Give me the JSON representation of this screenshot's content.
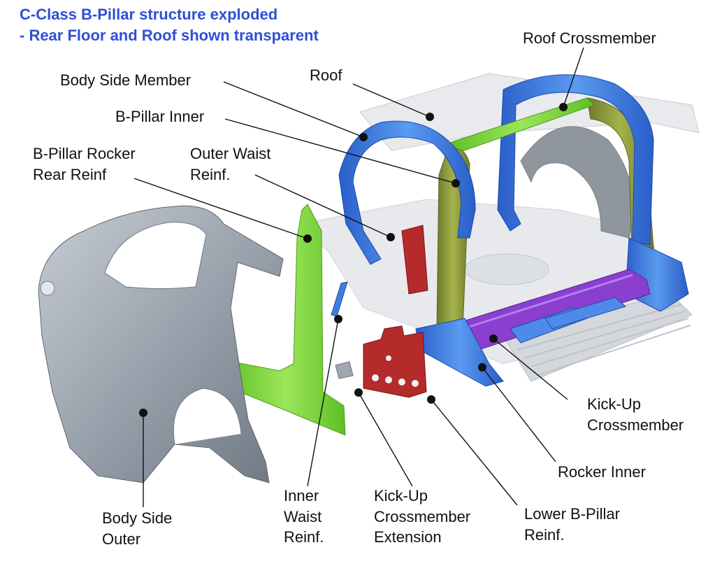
{
  "title": {
    "line1": "C-Class B-Pillar structure exploded",
    "line2": "- Rear Floor and Roof shown transparent"
  },
  "labels": {
    "roof_crossmember": "Roof Crossmember",
    "roof": "Roof",
    "body_side_member": "Body Side Member",
    "b_pillar_inner": "B-Pillar Inner",
    "b_pillar_rocker_rear_reinf_1": "B-Pillar Rocker",
    "b_pillar_rocker_rear_reinf_2": "Rear Reinf",
    "outer_waist_reinf_1": "Outer Waist",
    "outer_waist_reinf_2": "Reinf.",
    "kick_up_crossmember_1": "Kick-Up",
    "kick_up_crossmember_2": "Crossmember",
    "rocker_inner": "Rocker Inner",
    "body_side_outer_1": "Body Side",
    "body_side_outer_2": "Outer",
    "inner_waist_reinf_1": "Inner",
    "inner_waist_reinf_2": "Waist",
    "inner_waist_reinf_3": "Reinf.",
    "kick_up_crossmember_extension_1": "Kick-Up",
    "kick_up_crossmember_extension_2": "Crossmember",
    "kick_up_crossmember_extension_3": "Extension",
    "lower_b_pillar_reinf_1": "Lower B-Pillar",
    "lower_b_pillar_reinf_2": "Reinf."
  },
  "colors": {
    "title": "#2f4fd6",
    "blue_members": "#3f7fe0",
    "green_members": "#7ad63a",
    "olive_members": "#8f9c3c",
    "purple_members": "#8a3fd0",
    "red_reinforcements": "#b52a2a",
    "grey_panel": "#9aa3ad",
    "transparent_panel": "#e4e6ea"
  }
}
